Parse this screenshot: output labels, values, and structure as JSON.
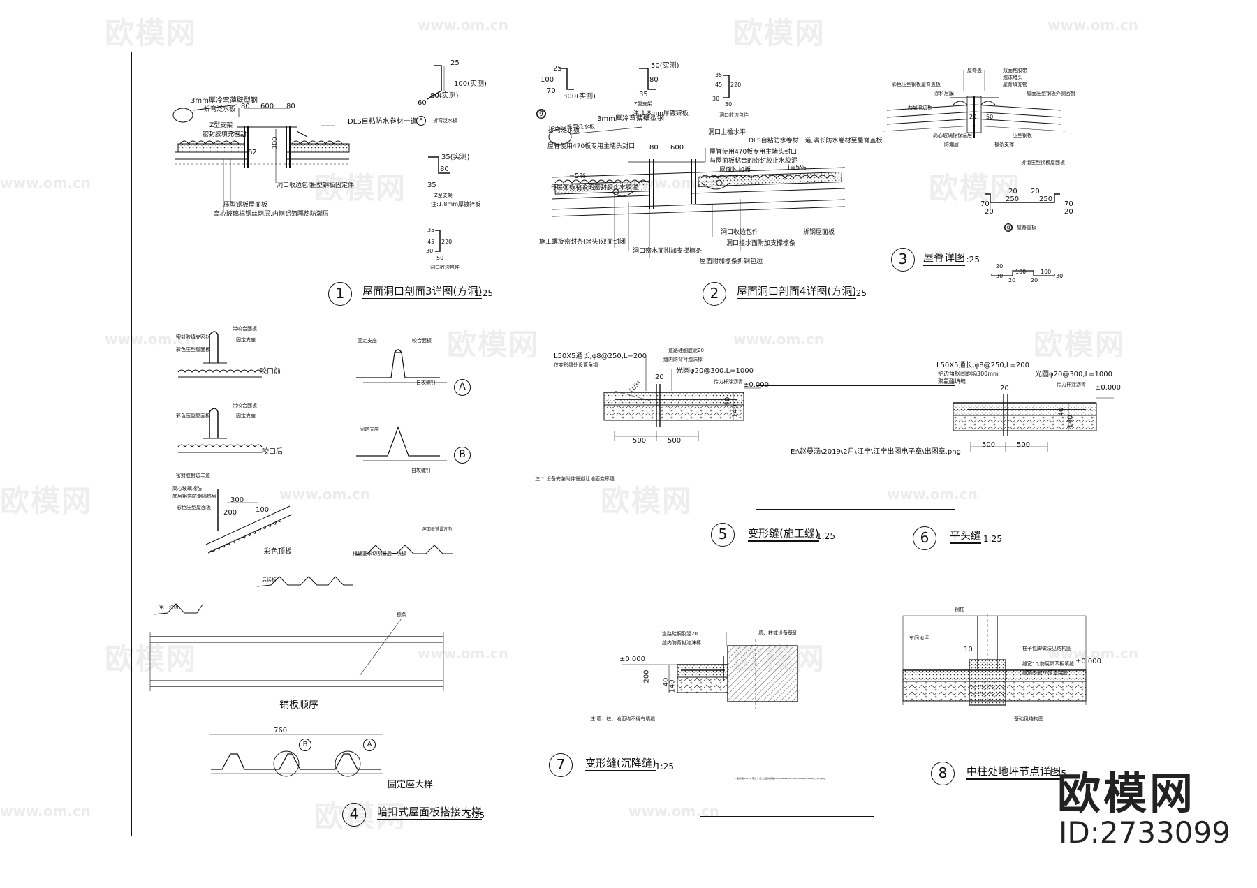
{
  "watermark": {
    "logo": "欧模网",
    "url": "www.om.cn"
  },
  "brand": {
    "name": "欧模网",
    "id": "ID:2733099"
  },
  "details": [
    {
      "number": "1",
      "title": "屋面洞口剖面3详图(方洞)",
      "scale": "1:25"
    },
    {
      "number": "2",
      "title": "屋面洞口剖面4详图(方洞)",
      "scale": "1:25"
    },
    {
      "number": "3",
      "title": "屋脊详图",
      "scale": "1:25"
    },
    {
      "number": "4",
      "title": "暗扣式屋面板搭接大样",
      "scale": "1:25"
    },
    {
      "number": "5",
      "title": "变形缝(施工缝)",
      "scale": "1:25"
    },
    {
      "number": "6",
      "title": "平头缝",
      "scale": "1:25"
    },
    {
      "number": "7",
      "title": "变形缝(沉降缝)",
      "scale": "1:25"
    },
    {
      "number": "8",
      "title": "中柱处地坪节点详图",
      "scale": "1:25"
    }
  ],
  "d1": {
    "labels": [
      "3mm厚冷弯薄壁型钢",
      "折弯泛水板",
      "Z型支架",
      "密封胶填充密封",
      "DLS自粘防水卷材一道",
      "洞口收边包件",
      "压型钢板固定件",
      "压型钢板屋面板",
      "高心玻璃棉钢丝网层,内侧铝箔隔热防潮层"
    ],
    "dims": [
      "80",
      "600",
      "80",
      "300",
      "62"
    ]
  },
  "profiles": {
    "p1": {
      "dims": [
        "25",
        "100(实测)",
        "60",
        "80(实测)"
      ],
      "mark": "a",
      "label": "折弯泛水板"
    },
    "p2": {
      "dims": [
        "35(实测)",
        "80",
        "35"
      ],
      "label": "Z型支架",
      "note": "注:1.8mm厚镀锌板"
    },
    "p3": {
      "dims": [
        "35",
        "45",
        "220",
        "30",
        "50"
      ],
      "label": "洞口收边包件"
    },
    "p4": {
      "dims": [
        "100",
        "25",
        "70",
        "300(实测)"
      ],
      "mark": "g",
      "label": "折弯泛水板"
    },
    "p5": {
      "dims": [
        "50(实测)",
        "80",
        "35"
      ],
      "label": "Z型支架",
      "note": "注:1.8mm厚镀锌板"
    },
    "p6": {
      "dims": [
        "35",
        "45",
        "220",
        "30",
        "50"
      ],
      "label": "洞口收边包件"
    }
  },
  "d2": {
    "labels": [
      "3mm厚冷弯薄壁型钢",
      "DLS自粘防水卷材一道,满长防水卷材至屋脊盖板",
      "折弯泛水板",
      "屋脊使用470板专用主堵头封口",
      "与屋面板粘合的密封胶止水胶泥",
      "洞口上檐水平",
      "屋脊使用470板专用主堵头封口",
      "与屋面板粘合的密封胶止水胶泥",
      "屋面附加板",
      "施工螺旋密封条(堵头)双面封闭",
      "洞口收边包件",
      "洞口密水面附加支撑檩条",
      "屋面附加檩条折钢包边",
      "洞口挂水面附加支撑檩条",
      "折钢屋面板"
    ],
    "dims": [
      "80",
      "600",
      "i=5%",
      "i=5%"
    ]
  },
  "d3": {
    "labels": [
      "彩色压型钢板屋脊盖板",
      "涂料层膜",
      "屋脊盖",
      "双面粘胶带",
      "泡沫堵头",
      "屋脊填充物",
      "屋面压型钢板外侧密封",
      "两层收边板",
      "高心玻璃棉保温层",
      "防潮层",
      "压型钢板",
      "檩条支撑",
      "折钢压型钢板屋面板"
    ],
    "profile_dims": [
      "20",
      "20",
      "250",
      "250",
      "70",
      "70",
      "20",
      "20"
    ],
    "profile_mark": "g",
    "profile_label": "屋脊盖板",
    "small_dims": [
      "20",
      "100",
      "20",
      "100",
      "20",
      "30",
      "30"
    ],
    "ridge_dims": [
      "20",
      "50"
    ]
  },
  "d4": {
    "views": [
      "咬口前",
      "咬口后"
    ],
    "labels_top": [
      "密封胶填充密封",
      "彩色压型屋面板",
      "固定支座",
      "带咬合面板"
    ],
    "labels_mid": [
      "彩色压型屋面板",
      "固定支座",
      "带咬合面板"
    ],
    "labels_low": [
      "密封胶封边二道",
      "高心玻璃棉毡",
      "底层铝箔防潮隔热层",
      "彩色压型屋面板",
      "彩色顶板"
    ],
    "dims_low": [
      "300",
      "200",
      "100"
    ],
    "a_labels": [
      "固定支座",
      "咬合面板",
      "自攻螺钉"
    ],
    "b_labels": [
      "固定支座",
      "自攻螺钉"
    ],
    "sequence_labels": [
      "第一块板",
      "后续板",
      "根据要求切割最后一块板",
      "檩条",
      "屋面板铺设方向"
    ],
    "sequence_caption": "铺板顺序",
    "fixing_caption": "固定座大样",
    "fixing_dim": "760",
    "markers": [
      "A",
      "B"
    ]
  },
  "d5": {
    "labels": [
      "L50X5通长,φ8@250,L=200",
      "仅变形缝处设置角钢",
      "道路硅酮胶泥20",
      "缝内防背衬泡沫棒",
      "光圆φ20@300,L=1000",
      "传力杆涂沥青",
      "注:1.设备安装附件需避让地面变形缝"
    ],
    "dims": [
      "±0.000",
      "500",
      "500",
      "40",
      "140",
      "20",
      "(1/3)"
    ],
    "image_ref": "E:\\赵曼涵\\2019\\2月\\江宁\\江宁出图电子章\\出图章.png"
  },
  "d6": {
    "labels": [
      "L50X5通长,φ8@250,L=200",
      "护边角钢间距隔300mm",
      "聚氨酯填缝",
      "光圆φ20@300,L=1000",
      "传力杆涂沥青"
    ],
    "dims": [
      "±0.000",
      "500",
      "500",
      "40",
      "140",
      "20"
    ]
  },
  "d7": {
    "labels": [
      "道路硅酮胶泥20",
      "缝内防背衬泡沫棒",
      "墙、柱或设备基础",
      "注:墙、柱、地面均不得有填缝"
    ],
    "dims": [
      "±0.000",
      "200",
      "40",
      "140"
    ],
    "image_ref": "E:\\赵曼涵\\2019\\2月\\江宁\\江宁出图电子章\\ACFdrfeDa2b0RY8b01b9s\\ewraxaver_(1)(1).png"
  },
  "d8": {
    "labels": [
      "钢柱",
      "车间地坪",
      "柱子包脚做法见结构图",
      "缝宽10,防腐聚苯板填缝",
      "缝顶内嵌20厚道路胶",
      "基础见结构图"
    ],
    "dims": [
      "10",
      "±0.000"
    ]
  }
}
